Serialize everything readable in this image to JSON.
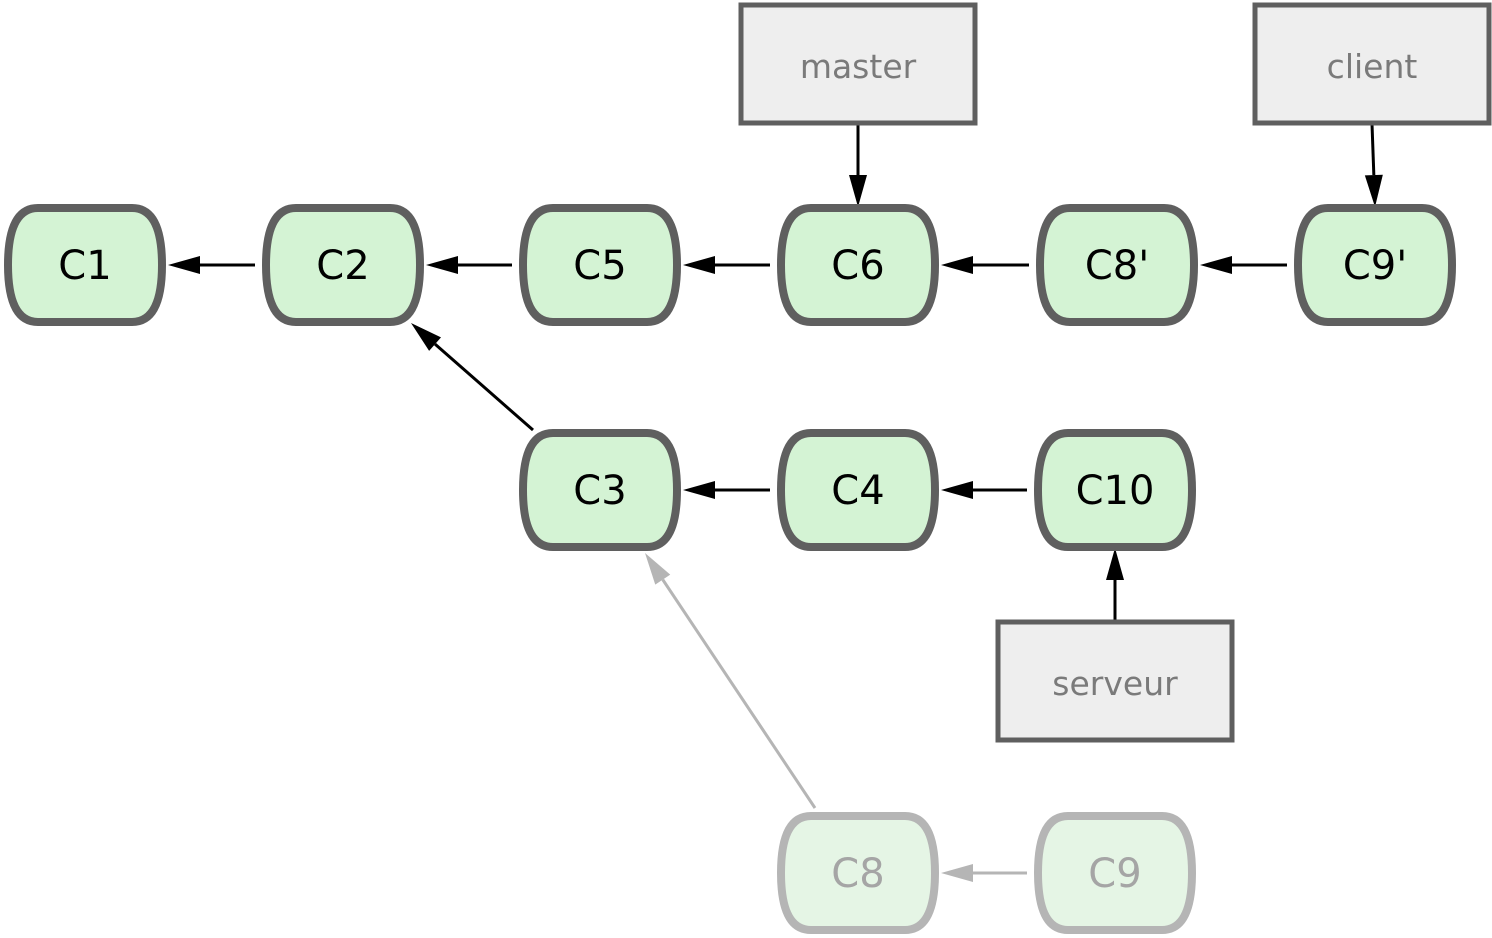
{
  "colors": {
    "commit_fill": "#d4f3d4",
    "commit_stroke": "#5f5f5f",
    "commit_text": "#000000",
    "faded_fill": "#e5f5e5",
    "faded_stroke": "#b5b5b5",
    "faded_text": "#a5a5a5",
    "branch_fill": "#eeeeee",
    "branch_stroke": "#5f5f5f",
    "branch_text": "#7a7a7a",
    "arrow": "#000000",
    "faded_arrow": "#b5b5b5"
  },
  "commits": [
    {
      "id": "c1",
      "label": "C1",
      "faded": false
    },
    {
      "id": "c2",
      "label": "C2",
      "faded": false
    },
    {
      "id": "c5",
      "label": "C5",
      "faded": false
    },
    {
      "id": "c6",
      "label": "C6",
      "faded": false
    },
    {
      "id": "c8p",
      "label": "C8'",
      "faded": false
    },
    {
      "id": "c9p",
      "label": "C9'",
      "faded": false
    },
    {
      "id": "c3",
      "label": "C3",
      "faded": false
    },
    {
      "id": "c4",
      "label": "C4",
      "faded": false
    },
    {
      "id": "c10",
      "label": "C10",
      "faded": false
    },
    {
      "id": "c8",
      "label": "C8",
      "faded": true
    },
    {
      "id": "c9",
      "label": "C9",
      "faded": true
    }
  ],
  "branches": [
    {
      "id": "master",
      "label": "master",
      "target": "c6"
    },
    {
      "id": "client",
      "label": "client",
      "target": "c9p"
    },
    {
      "id": "serveur",
      "label": "serveur",
      "target": "c10"
    }
  ],
  "parent_links": [
    {
      "from": "c2",
      "to": "c1",
      "faded": false
    },
    {
      "from": "c5",
      "to": "c2",
      "faded": false
    },
    {
      "from": "c6",
      "to": "c5",
      "faded": false
    },
    {
      "from": "c8p",
      "to": "c6",
      "faded": false
    },
    {
      "from": "c9p",
      "to": "c8p",
      "faded": false
    },
    {
      "from": "c3",
      "to": "c2",
      "faded": false
    },
    {
      "from": "c4",
      "to": "c3",
      "faded": false
    },
    {
      "from": "c10",
      "to": "c4",
      "faded": false
    },
    {
      "from": "c8",
      "to": "c3",
      "faded": true
    },
    {
      "from": "c9",
      "to": "c8",
      "faded": true
    }
  ]
}
